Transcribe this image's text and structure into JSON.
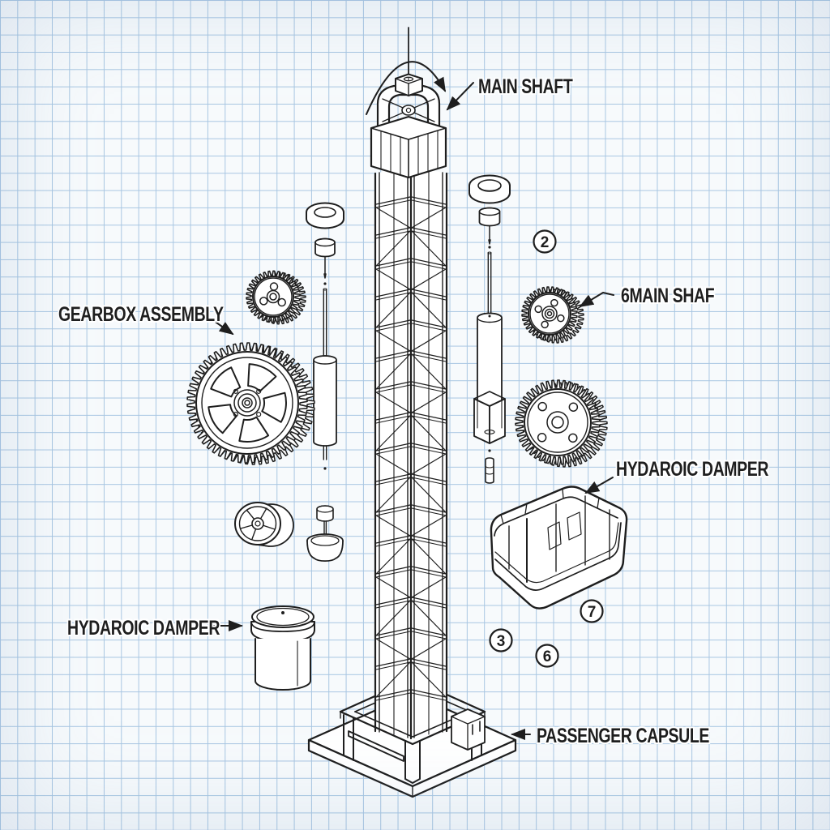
{
  "labels": [
    {
      "id": "main-shaft",
      "text": "MAIN SHAFT"
    },
    {
      "id": "gearbox-assembly",
      "text": "GEARBOX ASSEMBLY"
    },
    {
      "id": "main-shaf-6",
      "text": "6MAIN SHAF"
    },
    {
      "id": "hydaroic-damper-right",
      "text": "HYDAROIC DAMPER"
    },
    {
      "id": "hydaroic-damper-left",
      "text": "HYDAROIC DAMPER"
    },
    {
      "id": "passenger-capsule",
      "text": "PASSENGER CAPSULE"
    }
  ],
  "callouts": [
    {
      "value": "2"
    },
    {
      "value": "3"
    },
    {
      "value": "6"
    },
    {
      "value": "7"
    }
  ],
  "colors": {
    "paper": "#f7fafc",
    "grid": "#a8c6e2",
    "ink": "#1e1e1e",
    "halo": "#ffffff"
  }
}
